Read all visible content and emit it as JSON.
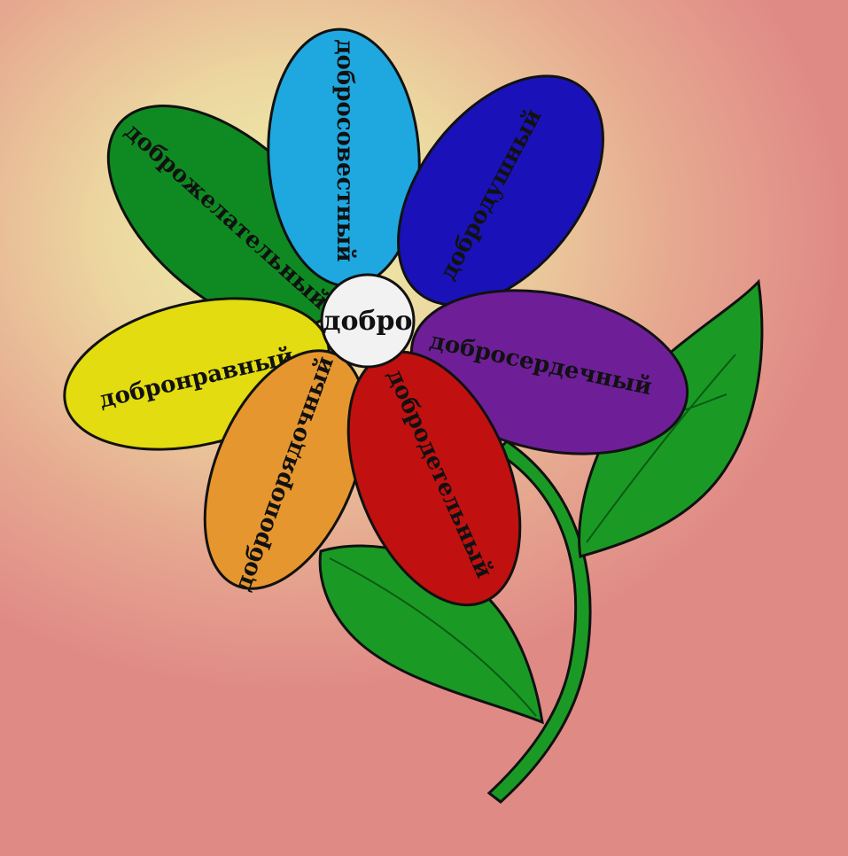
{
  "center": {
    "label": "добро",
    "color": "#f2f2f2"
  },
  "petals": [
    {
      "id": "dobrosovestny",
      "label": "добросовестный",
      "color": "#1fa8e0"
    },
    {
      "id": "dobrodushny",
      "label": "добродушный",
      "color": "#1a12b8"
    },
    {
      "id": "dobroserdechny",
      "label": "добросердечный",
      "color": "#6e1f98"
    },
    {
      "id": "dobrodetelny",
      "label": "добродетельный",
      "color": "#c01010"
    },
    {
      "id": "dobroporyadochny",
      "label": "добропорядочный",
      "color": "#e6962e"
    },
    {
      "id": "dobronravny",
      "label": "добронравный",
      "color": "#e2dc10"
    },
    {
      "id": "dobrozhelatelny",
      "label": "доброжелательный",
      "color": "#0f8a22"
    }
  ],
  "stem_color": "#1a9a24",
  "leaf_color": "#1a9a24"
}
